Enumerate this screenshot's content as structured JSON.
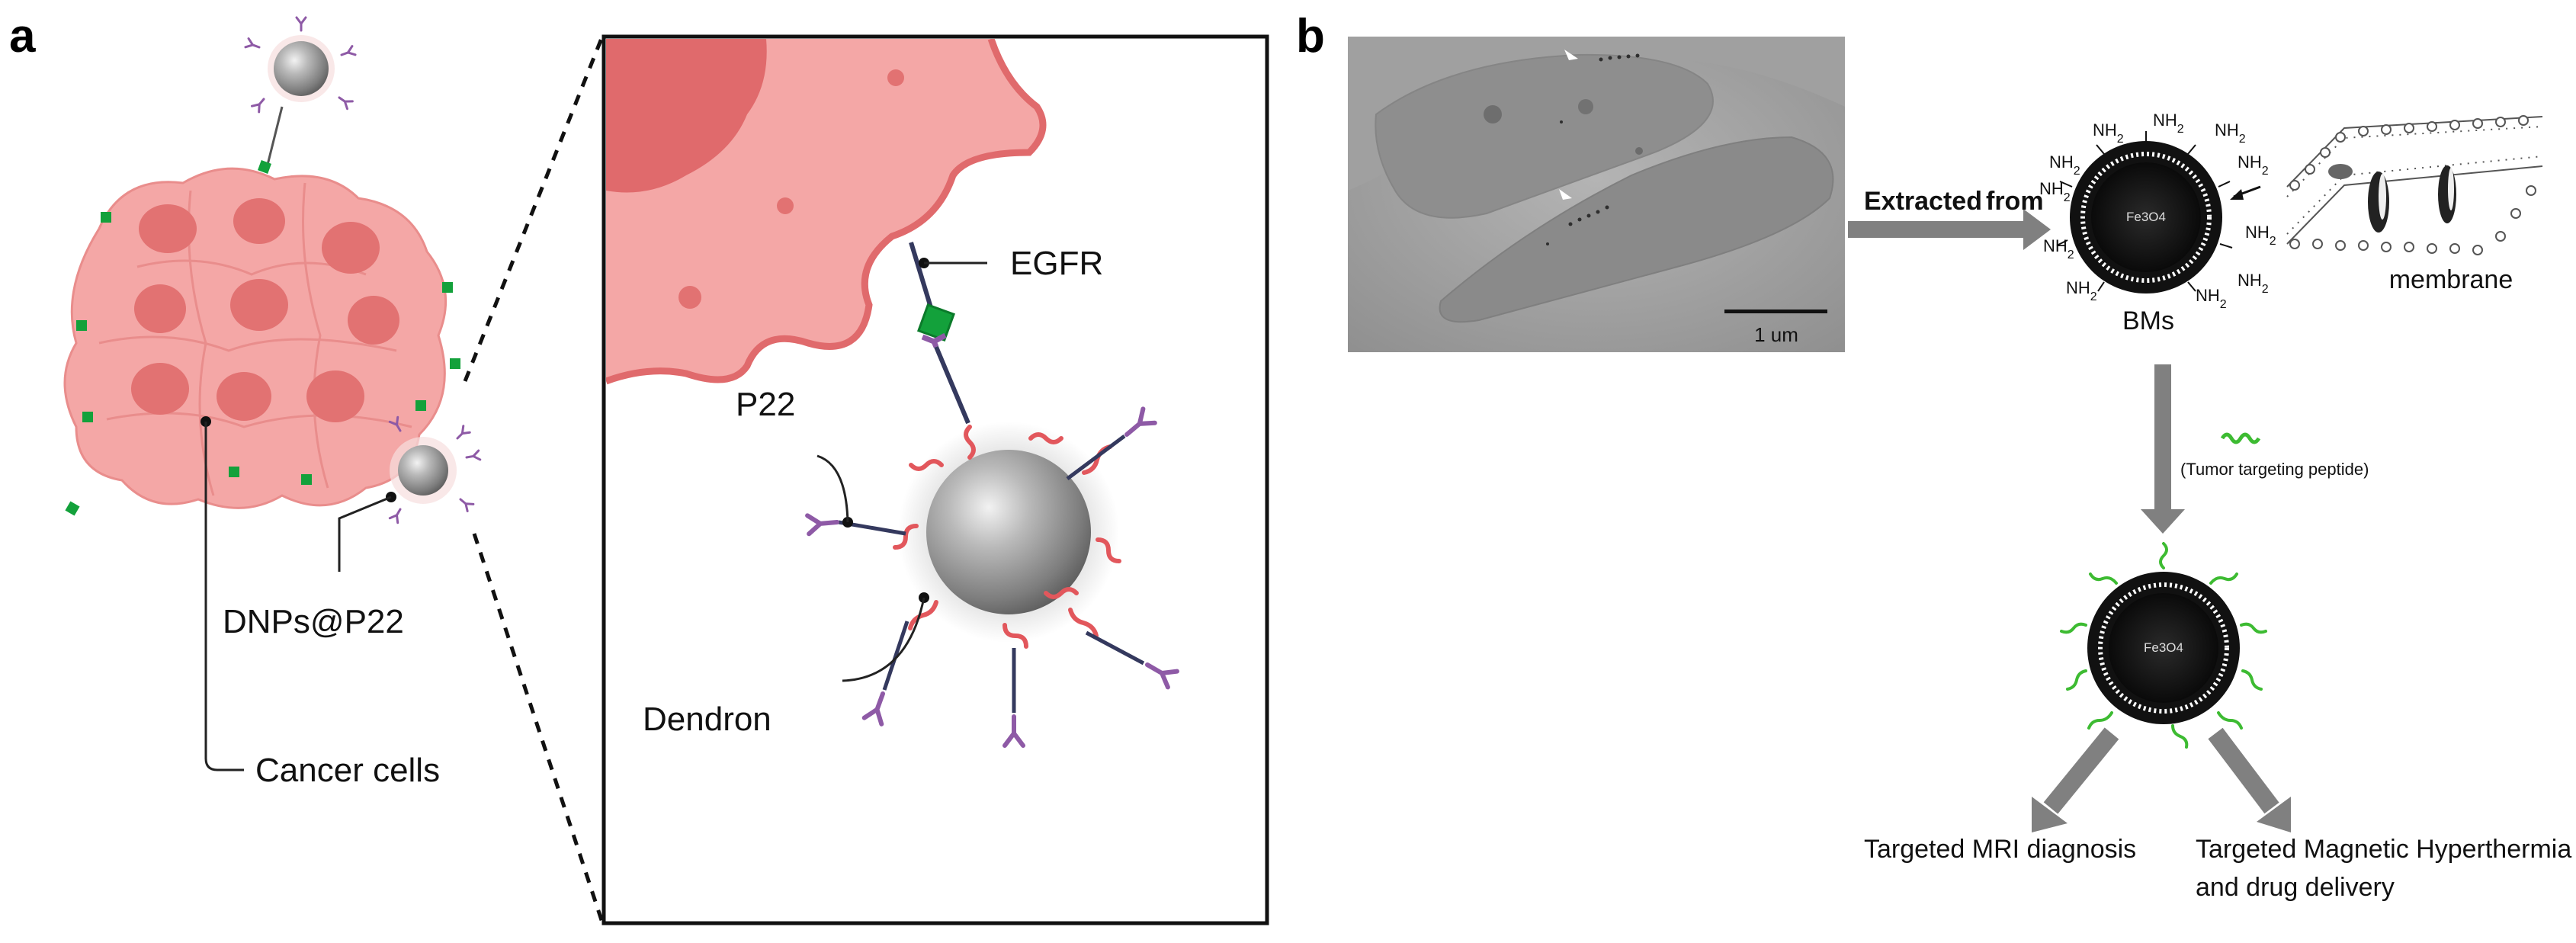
{
  "panel_a": {
    "letter": "a",
    "labels": {
      "egfr": "EGFR",
      "p22": "P22",
      "dendron": "Dendron",
      "dnps": "DNPs@P22",
      "cancer_cells": "Cancer cells"
    }
  },
  "panel_b": {
    "letter": "b",
    "scale_bar": "1 um",
    "extracted": "Extracted",
    "from": "from",
    "core_top": "Fe3O4",
    "core_bottom": "Fe3O4",
    "nh2": "NH2",
    "bms": "BMs",
    "membrane": "membrane",
    "peptide": "(Tumor targeting peptide)",
    "outcome_left": "Targeted MRI diagnosis",
    "outcome_right_line1": "Targeted Magnetic Hyperthermia",
    "outcome_right_line2": "and drug delivery"
  },
  "colors": {
    "cell_pink": "#f4a7a6",
    "cell_nucleus": "#e27272",
    "cell_dark": "#e06a6c",
    "linker_red": "#e2575c",
    "antibody_purple": "#8e5aa6",
    "egfr_green": "#13a13b",
    "arrow_gray": "#808080",
    "peptide_green": "#3dbb32",
    "tem_gray": "#9a9a9a"
  },
  "icons": [
    "nanoparticle-icon",
    "antibody-icon",
    "egfr-receptor-icon",
    "lipid-membrane-icon",
    "peptide-icon"
  ]
}
